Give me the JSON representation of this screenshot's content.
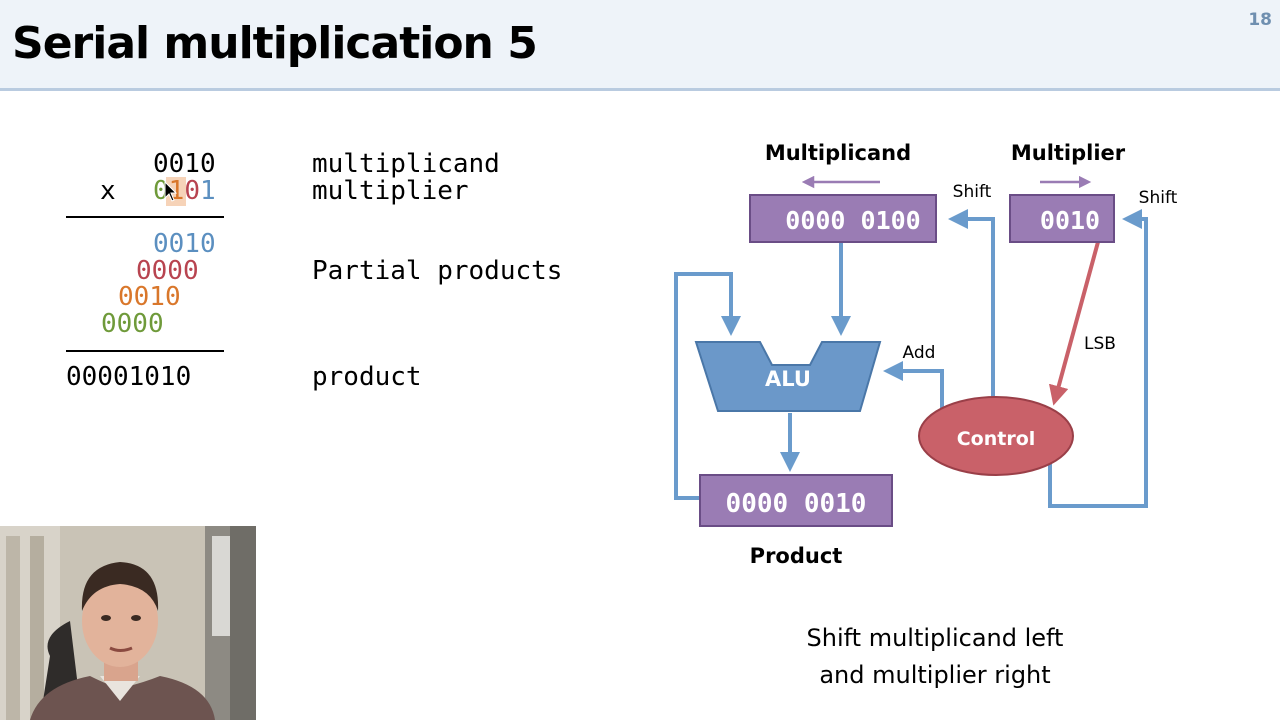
{
  "slide": {
    "title": "Serial multiplication 5",
    "page_number": "18"
  },
  "math": {
    "multiplicand_value": "0010",
    "multiplicand_label": "multiplicand",
    "times_sign": "x",
    "multiplier_digits": [
      "0",
      "1",
      "0",
      "1"
    ],
    "multiplier_label": "multiplier",
    "partials": [
      "0010",
      "0000",
      "0010",
      "0000"
    ],
    "partials_label": "Partial products",
    "product_value": "00001010",
    "product_label": "product",
    "colors": {
      "blue": "#5b8fc0",
      "red": "#b84450",
      "orange": "#d9772b",
      "green": "#6f9a3a",
      "highlight": "#f6d3b8"
    }
  },
  "diagram": {
    "multiplicand_title": "Multiplicand",
    "multiplier_title": "Multiplier",
    "multiplicand_register": "0000 0100",
    "multiplier_register": "0010",
    "product_register": "0000 0010",
    "product_title": "Product",
    "alu_label": "ALU",
    "control_label": "Control",
    "shift_label_1": "Shift",
    "shift_label_2": "Shift",
    "add_label": "Add",
    "lsb_label": "LSB",
    "colors": {
      "register": "#9a7cb4",
      "register_border": "#6a4d86",
      "alu": "#6b98c9",
      "control": "#c96169",
      "wire": "#6a9bcc",
      "lsb_wire": "#c96169",
      "shift_arrow": "#9a7cb4"
    }
  },
  "caption": {
    "line1": "Shift multiplicand left",
    "line2": "and multiplier right"
  }
}
